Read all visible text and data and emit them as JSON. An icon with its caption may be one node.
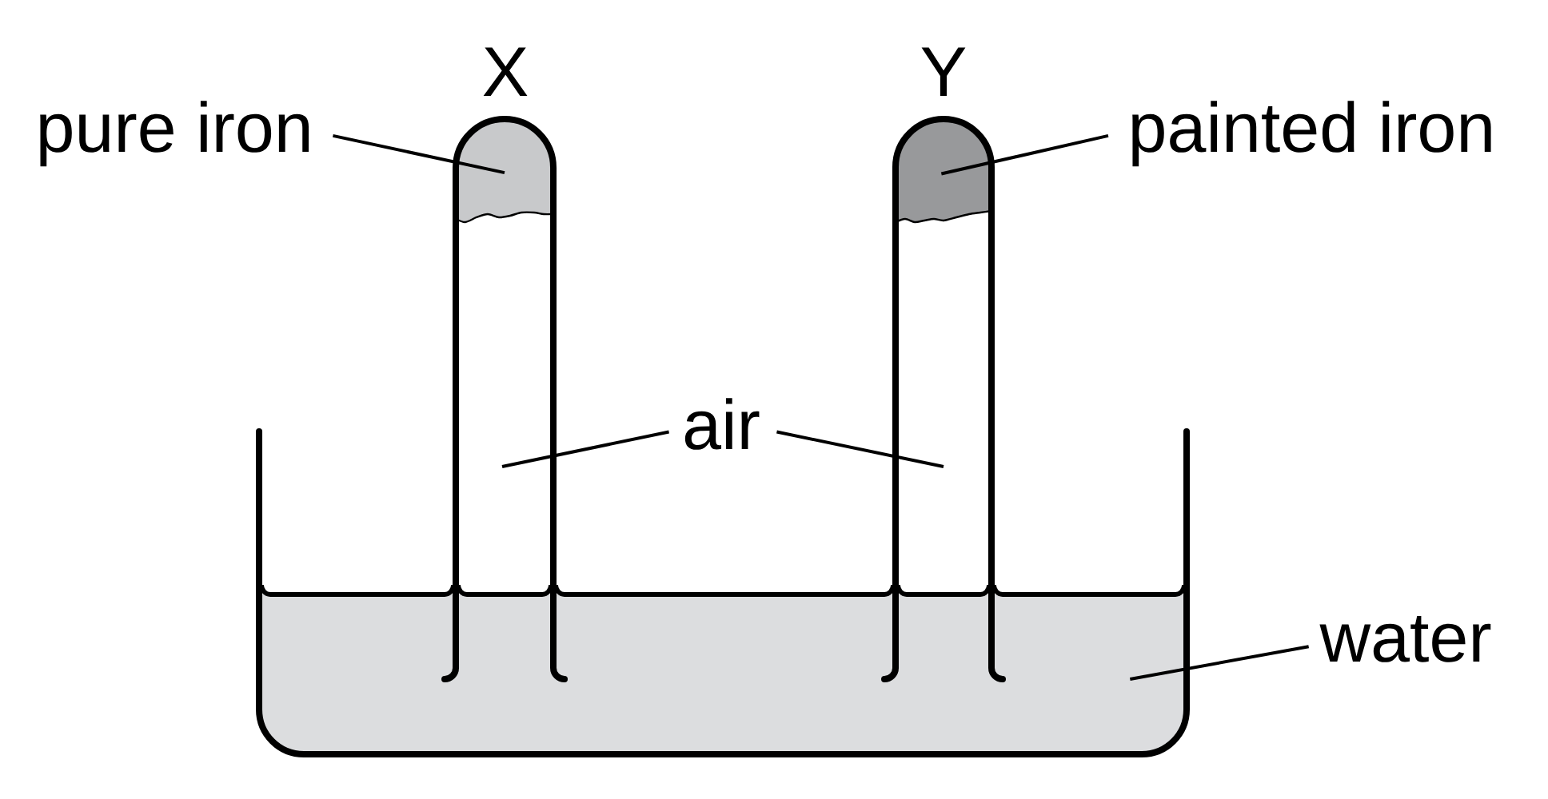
{
  "diagram": {
    "nodes": [
      {
        "text": [
          "pure iron"
        ]
      },
      {
        "text": [],
        "shape": "box"
      },
      {
        "text": [
          "painted iron"
        ]
      },
      {
        "text": [],
        "shape": "box"
      },
      {
        "text": [
          "air"
        ]
      },
      {
        "text": [
          "water"
        ]
      },
      {
        "text": [],
        "shape": "box"
      }
    ],
    "edges": [
      {
        "from": 0,
        "to": 1,
        "arrow": "none"
      },
      {
        "from": 2,
        "to": 3,
        "arrow": "none"
      },
      {
        "from": 4,
        "to": null,
        "arrow": "none"
      },
      {
        "from": 4,
        "to": null,
        "arrow": "none"
      },
      {
        "from": 5,
        "to": 6,
        "arrow": "none"
      }
    ],
    "labels": [
      "X",
      "Y"
    ]
  }
}
